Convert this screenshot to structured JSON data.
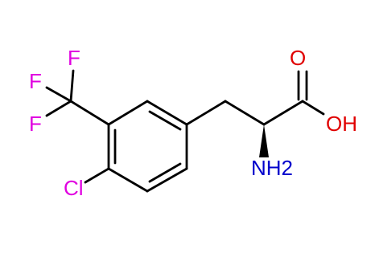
{
  "atoms": {
    "F1": {
      "text": "F",
      "color": "#e000e0"
    },
    "F2": {
      "text": "F",
      "color": "#e000e0"
    },
    "F3": {
      "text": "F",
      "color": "#e000e0"
    },
    "Cl": {
      "text": "Cl",
      "color": "#e000e0"
    },
    "O": {
      "text": "O",
      "color": "#e00000"
    },
    "OH": {
      "text": "OH",
      "color": "#e00000"
    },
    "NH2": {
      "text": "NH2",
      "color": "#0000cc"
    }
  },
  "colors": {
    "bond": "#000000",
    "background": "#ffffff"
  }
}
